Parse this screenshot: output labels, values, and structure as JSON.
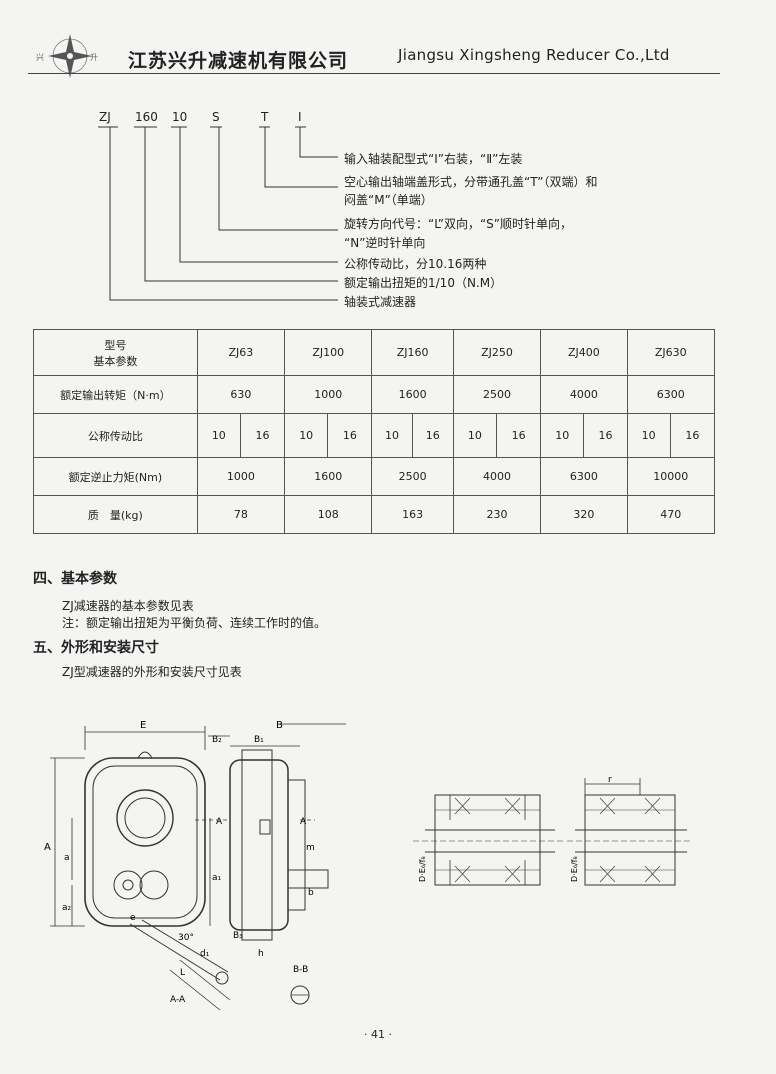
{
  "header": {
    "logo_text_left": "兴",
    "logo_text_right": "升",
    "company_cn": "江苏兴升减速机有限公司",
    "company_en": "Jiangsu Xingsheng Reducer Co.,Ltd"
  },
  "model_code": {
    "parts": [
      "ZJ",
      "160",
      "10",
      "S",
      "T",
      "I"
    ],
    "desc1": "输入轴装配型式“Ⅰ”右装，“Ⅱ”左装",
    "desc2a": "空心输出轴端盖形式，分带通孔盖“T”（双端）和",
    "desc2b": "闷盖“M”（单端）",
    "desc3a": "旋转方向代号：“L”双向，“S”顺时针单向，",
    "desc3b": "“N”逆时针单向",
    "desc4": "公称传动比，分10.16两种",
    "desc5": "额定输出扭矩的1/10（N.M）",
    "desc6": "轴装式减速器"
  },
  "table": {
    "corner_top": "型号",
    "corner_bottom": "基本参数",
    "models": [
      "ZJ63",
      "ZJ100",
      "ZJ160",
      "ZJ250",
      "ZJ400",
      "ZJ630"
    ],
    "rows": [
      {
        "label": "额定输出转矩（N·m）",
        "values": [
          "630",
          "1000",
          "1600",
          "2500",
          "4000",
          "6300"
        ]
      },
      {
        "label": "公称传动比",
        "values": [
          "10",
          "16",
          "10",
          "16",
          "10",
          "16",
          "10",
          "16",
          "10",
          "16",
          "10",
          "16"
        ]
      },
      {
        "label": "额定逆止力矩(Nm)",
        "values": [
          "1000",
          "1600",
          "2500",
          "4000",
          "6300",
          "10000"
        ]
      },
      {
        "label": "质　量(kg)",
        "values": [
          "78",
          "108",
          "163",
          "230",
          "320",
          "470"
        ]
      }
    ]
  },
  "section4": {
    "title": "四、基本参数",
    "line1": "ZJ减速器的基本参数见表",
    "line2": "注：额定输出扭矩为平衡负荷、连续工作时的值。"
  },
  "section5": {
    "title": "五、外形和安装尺寸",
    "line1": "ZJ型减速器的外形和安装尺寸见表"
  },
  "drawing_labels": {
    "E": "E",
    "B": "B",
    "B2": "B₂",
    "B1": "B₁",
    "A": "A",
    "a": "a",
    "a2": "a₂",
    "a1": "a₁",
    "b": "b",
    "m": "m",
    "B3": "B₃",
    "d1": "d₁",
    "h": "h",
    "angle": "30°",
    "L": "L",
    "AA": "A-A",
    "BB": "B-B",
    "e": "e",
    "r": "r",
    "D_left": "D·E₆/f₈",
    "D_right": "D·E₆/f₈"
  },
  "page_number": "· 41 ·"
}
